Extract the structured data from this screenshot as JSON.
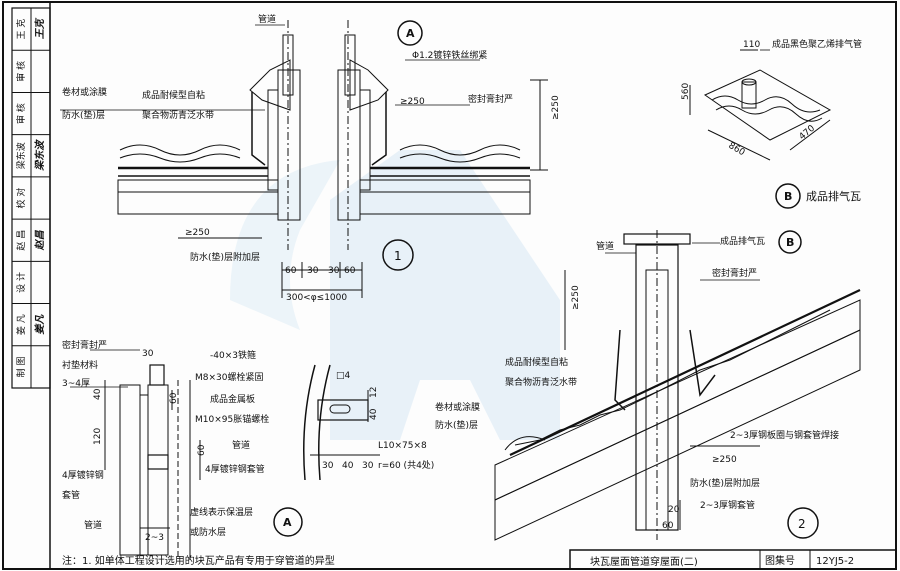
{
  "side_strip": {
    "rows": [
      {
        "role": "王 克",
        "sign": "王克"
      },
      {
        "role": "审 核",
        "sign": ""
      },
      {
        "role": "审 核",
        "sign": ""
      },
      {
        "role": "梁东波",
        "sign": "梁东波"
      },
      {
        "role": "校 对",
        "sign": ""
      },
      {
        "role": "赵 昌",
        "sign": "赵昌"
      },
      {
        "role": "设 计",
        "sign": ""
      },
      {
        "role": "姜 凡",
        "sign": "姜凡"
      },
      {
        "role": "制 图",
        "sign": ""
      }
    ]
  },
  "detail1": {
    "label_pipe": "管道",
    "circle_a": "A",
    "label_wire": "Φ1.2镀锌铁丝绑紧",
    "label_roll": "卷材或涂膜",
    "label_roll2": "防水(垫)层",
    "label_tape": "成品耐候型自粘",
    "label_tape2": "聚合物沥青泛水带",
    "label_250a": "≥250",
    "label_sealant": "密封膏封严",
    "label_250b": "≥250",
    "label_250c": "≥250",
    "label_extra": "防水(垫)层附加层",
    "dim_60a": "60",
    "dim_30a": "30",
    "dim_30b": "30",
    "dim_60b": "60",
    "dim_range": "300<φ≤1000",
    "circle_1": "1"
  },
  "detail_b": {
    "dim_110": "110",
    "label_vent_pipe": "成品黑色聚乙烯排气管",
    "dim_560": "560",
    "dim_860": "860",
    "dim_470": "470",
    "circle_b": "B",
    "title": "成品排气瓦"
  },
  "detail_a": {
    "label_sealant": "密封膏封严",
    "label_backer": "衬垫材料",
    "label_thick": "3~4厚",
    "label_ring": "4厚镀锌钢",
    "label_ring2": "套管",
    "label_pipe": "管道",
    "dim_30": "30",
    "dim_40": "40",
    "dim_120": "120",
    "dim_60": "60",
    "dim_60b": "60",
    "label_flat": "-40×3铁箍",
    "label_bolt": "M8×30螺栓紧固",
    "label_metal": "成品金属板",
    "label_exp": "M10×95胀锚螺栓",
    "label_pipe2": "管道",
    "label_steel": "4厚镀锌钢套管",
    "label_dash": "虚线表示保温层",
    "label_dash2": "或防水层",
    "dim_2_3": "2~3",
    "circle_a": "A",
    "angle_label": "L10×75×8",
    "dim_30c": "30",
    "dim_40c": "40",
    "dim_30d": "30",
    "dim_pitch": "r=60 (共4处)",
    "dim_12": "12",
    "dim_40d": "40",
    "label_box": "□4"
  },
  "detail2": {
    "label_pipe": "管道",
    "label_vent": "成品排气瓦",
    "circle_b": "B",
    "label_sealant": "密封膏封严",
    "label_250": "≥250",
    "label_tape": "成品耐候型自粘",
    "label_tape2": "聚合物沥青泛水带",
    "label_roll": "卷材或涂膜",
    "label_roll2": "防水(垫)层",
    "label_weld": "2~3厚钢板圈与钢套管焊接",
    "label_250b": "≥250",
    "label_extra": "防水(垫)层附加层",
    "label_steel": "2~3厚钢套管",
    "dim_20": "20",
    "dim_60": "60",
    "circle_2": "2"
  },
  "note": "注：1. 如单体工程设计选用的块瓦产品有专用于穿管道的异型",
  "title_block": {
    "title": "块瓦屋面管道穿屋面(二)",
    "label_atlas": "图集号",
    "atlas_no": "12YJ5-2"
  }
}
